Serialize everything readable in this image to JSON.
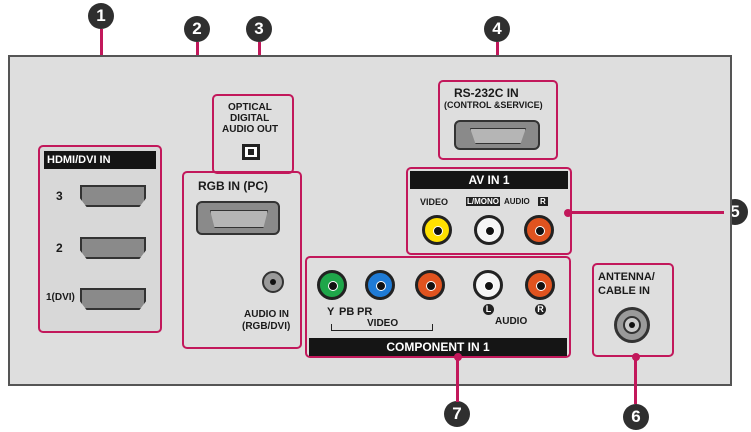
{
  "callouts": [
    "1",
    "2",
    "3",
    "4",
    "5",
    "6",
    "7"
  ],
  "hdmi": {
    "title": "HDMI/DVI IN",
    "ports": [
      "3",
      "2",
      "1(DVI)"
    ]
  },
  "rgb": {
    "title": "RGB IN (PC)",
    "audio_line1": "AUDIO IN",
    "audio_line2": "(RGB/DVI)"
  },
  "optical": {
    "line1": "OPTICAL",
    "line2": "DIGITAL",
    "line3": "AUDIO OUT"
  },
  "rs232": {
    "title": "RS-232C IN",
    "subtitle": "(CONTROL &SERVICE)"
  },
  "av": {
    "title": "AV IN 1",
    "video_label": "VIDEO",
    "mono_label": "L/MONO",
    "audio_label": "AUDIO",
    "r_label": "R"
  },
  "component": {
    "title": "COMPONENT IN 1",
    "y_label": "Y",
    "pb_label": "PB",
    "pr_label": "PR",
    "video_label": "VIDEO",
    "audio_label": "AUDIO",
    "l_label": "L",
    "r_label": "R"
  },
  "antenna": {
    "line1": "ANTENNA/",
    "line2": "CABLE IN"
  },
  "colors": {
    "accent": "#c2185b",
    "panel": "#dedede",
    "yellow": "#ffe000",
    "white": "#f5f5f5",
    "red": "#e0531f",
    "green": "#1fa64a",
    "blue": "#1f7bd6"
  }
}
